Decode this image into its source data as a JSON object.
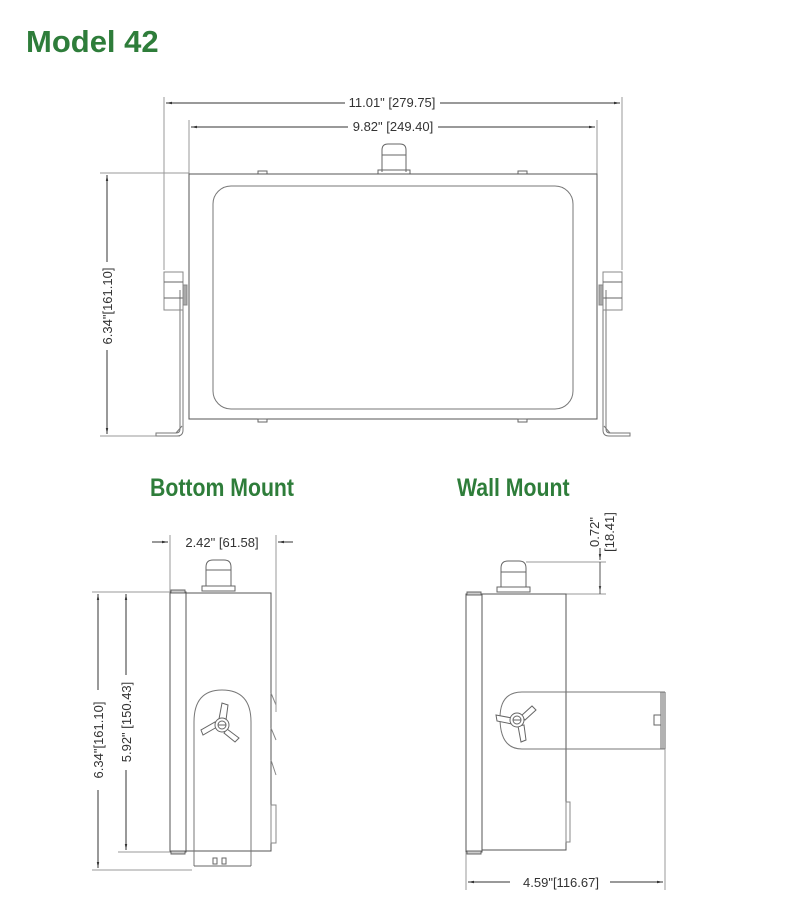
{
  "header": {
    "title": "Model 42"
  },
  "front_view": {
    "overall_width": "11.01\" [279.75]",
    "body_width": "9.82\" [249.40]",
    "height": "6.34\"[161.10]"
  },
  "bottom_mount": {
    "label": "Bottom Mount",
    "depth": "2.42\"  [61.58]",
    "overall_height": "6.34\"[161.10]",
    "body_height": "5.92\" [150.43]"
  },
  "wall_mount": {
    "label": "Wall Mount",
    "connector_height_in": "0.72\"",
    "connector_height_mm": "[18.41]",
    "overall_depth": "4.59\"[116.67]"
  },
  "colors": {
    "heading": "#2e7d3a",
    "line": "#555555"
  }
}
